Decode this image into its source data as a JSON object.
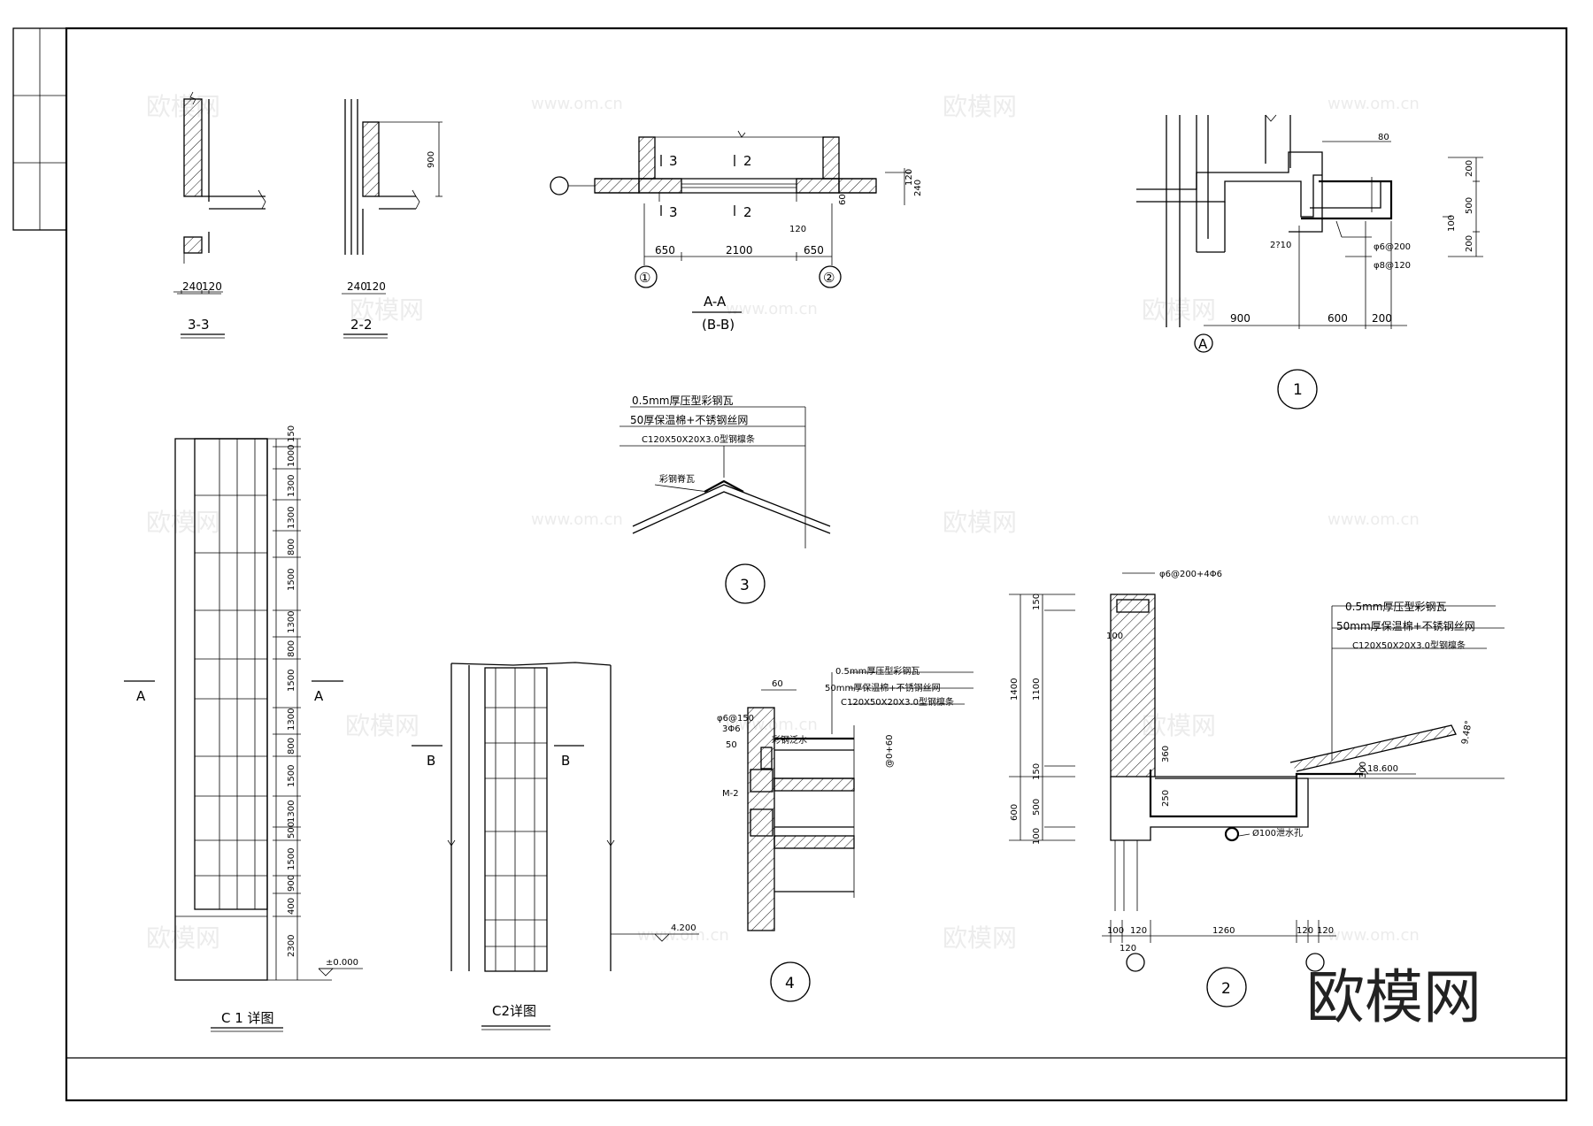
{
  "watermark": {
    "cn": "欧模网",
    "url": "www.om.cn"
  },
  "brand": "欧模网",
  "sections": {
    "s33": {
      "label": "3-3",
      "dims": [
        "240",
        "120"
      ]
    },
    "s22": {
      "label": "2-2",
      "dims": [
        "240",
        "120"
      ],
      "height": "900"
    },
    "aa": {
      "label": "A-A",
      "sub": "(B-B)",
      "dims": [
        "650",
        "2100",
        "650"
      ],
      "marks": [
        "3",
        "2",
        "3",
        "2"
      ],
      "axes": [
        "①",
        "②"
      ],
      "vdims": [
        "120",
        "240",
        "60",
        "120"
      ]
    },
    "d1": {
      "number": "1",
      "axis": "A",
      "dims": [
        "900",
        "600",
        "200"
      ],
      "top": "80",
      "vdims": [
        "200",
        "500",
        "200",
        "100"
      ],
      "rebar": [
        "2?10",
        "φ6@200",
        "φ8@120"
      ]
    }
  },
  "detail3": {
    "number": "3",
    "spec1": "0.5mm厚压型彩钢瓦",
    "spec2": "50厚保温棉+不锈钢丝网",
    "spec3": "C120X50X20X3.0型钢檩条",
    "ridge": "彩钢脊瓦"
  },
  "c1": {
    "title": "C 1 详图",
    "dims": [
      "150",
      "1000",
      "1300",
      "1300",
      "800",
      "1500",
      "1300",
      "800",
      "1500",
      "1300",
      "800",
      "1500",
      "1300",
      "500",
      "1500",
      "900",
      "400",
      "2300"
    ],
    "marker": "A",
    "level": "±0.000"
  },
  "c2": {
    "title": "C2详图",
    "marker": "B",
    "level": "4.200"
  },
  "detail4": {
    "number": "4",
    "spec1": "0.5mm厚压型彩钢瓦",
    "spec2": "50mm厚保温棉+不锈钢丝网",
    "spec3": "C120X50X20X3.0型钢檩条",
    "top": "60",
    "side": "@0+60",
    "notes": [
      "φ6@150",
      "3Φ6",
      "50",
      "M-2",
      "彩钢泛水"
    ]
  },
  "detail2": {
    "number": "2",
    "spec1": "0.5mm厚压型彩钢瓦",
    "spec2": "50mm厚保温棉+不锈钢丝网",
    "spec3": "C120X50X20X3.0型钢檩条",
    "rebar": "φ6@200+4Φ6",
    "drain": "Ø100泄水孔",
    "level": "18.600",
    "slope": "9.48°",
    "vdims": [
      "150",
      "1100",
      "150",
      "500",
      "100"
    ],
    "vdims2": [
      "1400",
      "600"
    ],
    "inner": [
      "100",
      "360",
      "250",
      "300"
    ],
    "hdims": [
      "100",
      "120",
      "1260",
      "120",
      "120",
      "120"
    ]
  }
}
